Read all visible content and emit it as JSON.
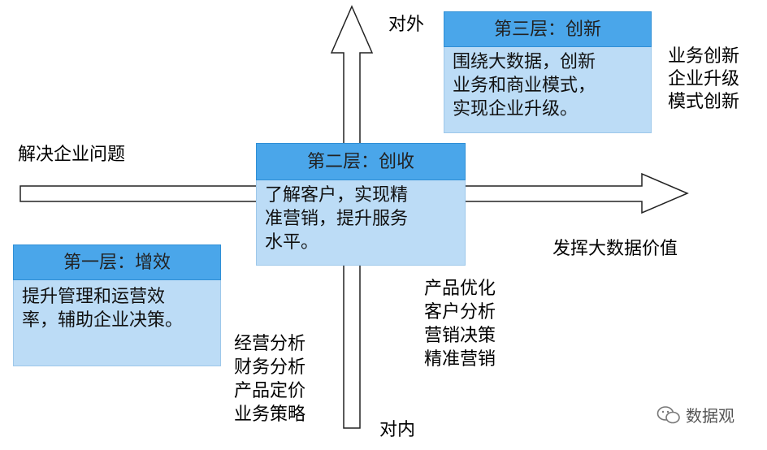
{
  "axes": {
    "top_label": "对外",
    "bottom_label": "对内",
    "left_label": "解决企业问题",
    "right_label": "发挥大数据价值"
  },
  "layers": {
    "layer1": {
      "title": "第一层：增效",
      "lines": [
        "提升管理和运营效",
        "率，辅助企业决策。"
      ]
    },
    "layer2": {
      "title": "第二层：创收",
      "lines": [
        "了解客户，实现精",
        "准营销，提升服务",
        "水平。"
      ]
    },
    "layer3": {
      "title": "第三层：创新",
      "lines": [
        "围绕大数据，创新",
        "业务和商业模式，",
        "实现企业升级。"
      ]
    }
  },
  "lists": {
    "layer1_items": [
      "经营分析",
      "财务分析",
      "产品定价",
      "业务策略"
    ],
    "layer2_items": [
      "产品优化",
      "客户分析",
      "营销决策",
      "精准营销"
    ],
    "layer3_items": [
      "业务创新",
      "企业升级",
      "模式创新"
    ]
  },
  "watermark": {
    "text": "数据观"
  },
  "colors": {
    "header": "#4aa6ea",
    "body": "#bcdcf6"
  }
}
